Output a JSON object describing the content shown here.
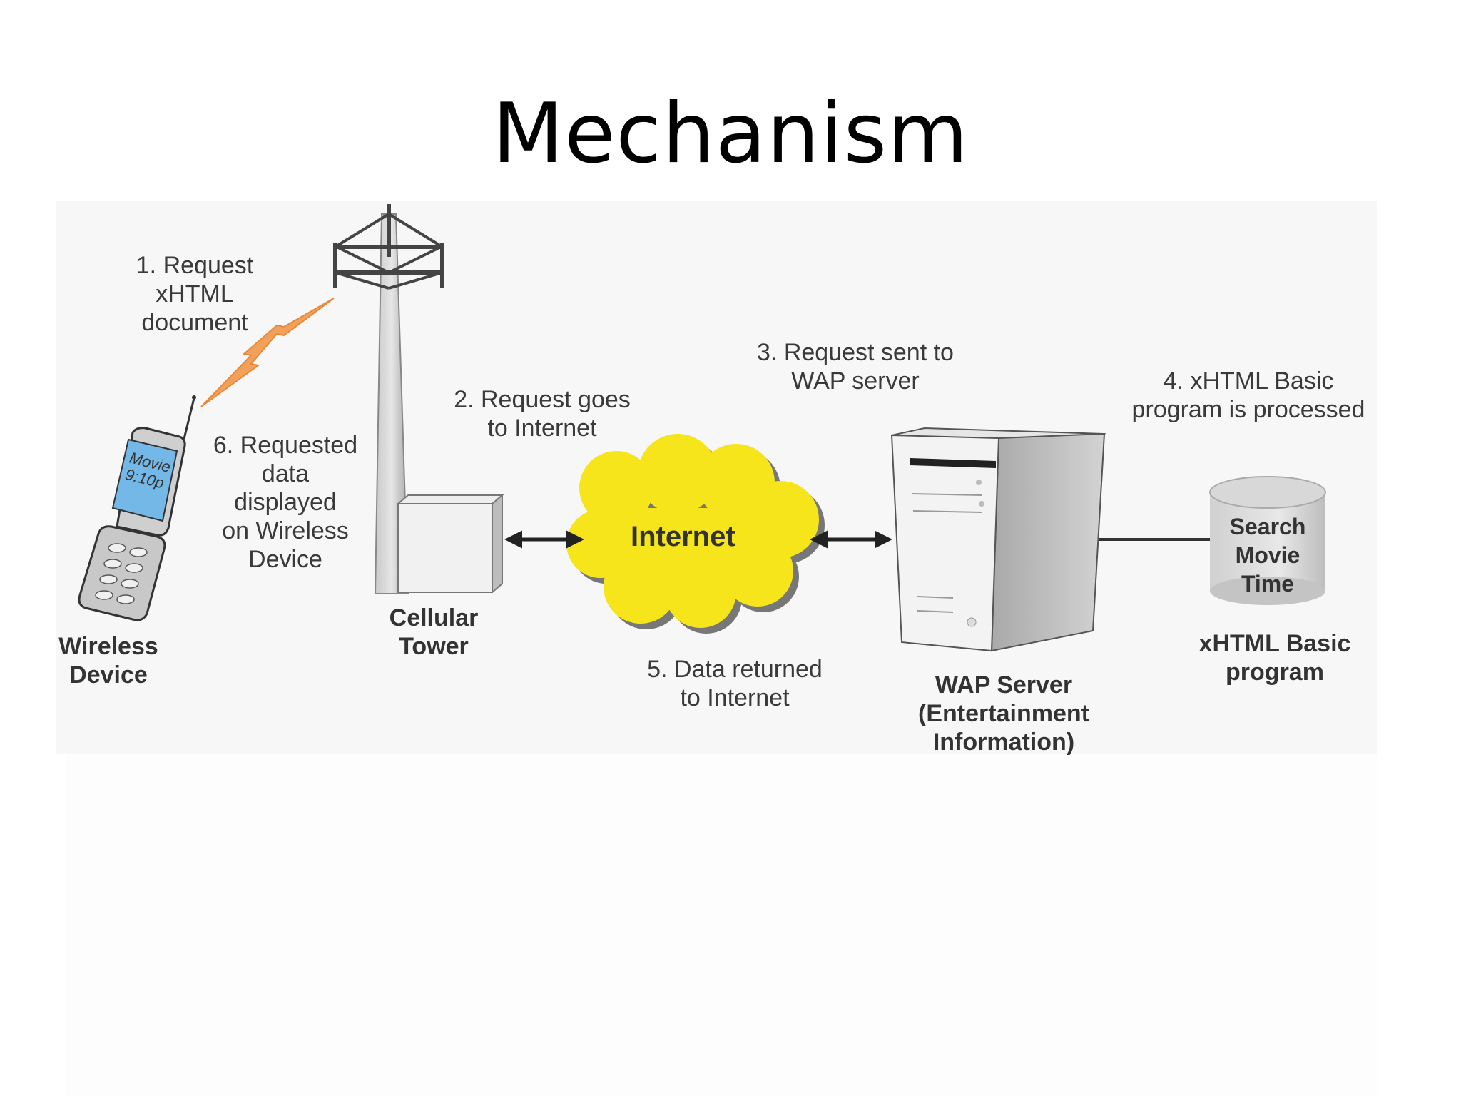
{
  "title": "Mechanism",
  "labels": {
    "step1": "1. Request\nxHTML\ndocument",
    "step2": "2. Request goes\nto Internet",
    "step3": "3. Request sent to\nWAP server",
    "step4": "4. xHTML Basic\nprogram is processed",
    "step5": "5. Data returned\nto Internet",
    "step6": "6. Requested\ndata\ndisplayed\non Wireless\nDevice"
  },
  "nodes": {
    "wireless_device": "Wireless\nDevice",
    "cellular_tower": "Cellular\nTower",
    "internet": "Internet",
    "wap_server": "WAP Server\n(Entertainment\nInformation)",
    "xhtml_program": "xHTML Basic\nprogram",
    "database": "Search\nMovie\nTime",
    "phone_screen": "Movie\n9:10p"
  },
  "colors": {
    "cloud": "#f6e51a",
    "phone_screen": "#74b8e8",
    "lightning": "#f2a15a"
  },
  "icons": [
    "phone-icon",
    "tower-icon",
    "cloud-icon",
    "server-icon",
    "database-icon",
    "lightning-icon"
  ]
}
